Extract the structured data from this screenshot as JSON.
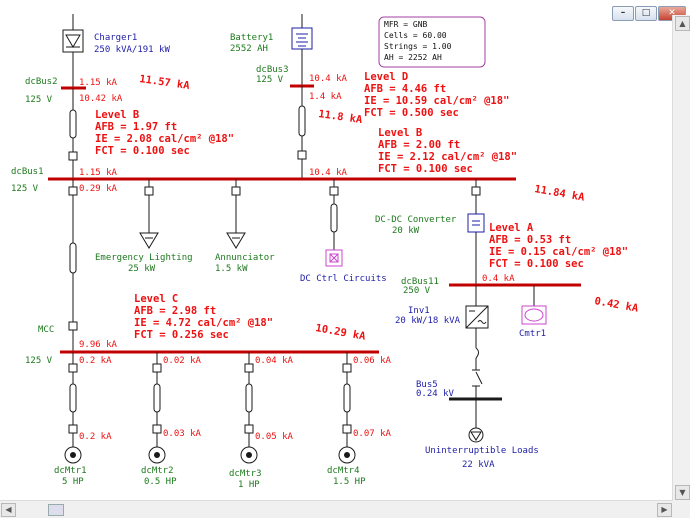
{
  "info_box": [
    "MFR = GNB",
    "Cells = 60.00",
    "Strings = 1.00",
    "AH = 2252 AH"
  ],
  "sources": {
    "charger": {
      "name": "Charger1",
      "rating": "250 kVA/191 kW"
    },
    "battery": {
      "name": "Battery1",
      "rating": "2552 AH"
    }
  },
  "buses": {
    "dcbus2": {
      "name": "dcBus2",
      "voltage": "125 V"
    },
    "dcbus3": {
      "name": "dcBus3",
      "voltage": "125 V"
    },
    "dcbus1": {
      "name": "dcBus1",
      "voltage": "125 V"
    },
    "mcc": {
      "name": "MCC",
      "voltage": "125 V"
    },
    "dcbus11": {
      "name": "dcBus11",
      "voltage": "250 V"
    },
    "bus5": {
      "name": "Bus5",
      "voltage": "0.24 kV"
    }
  },
  "loads": {
    "emergency": {
      "name": "Emergency Lighting",
      "rating": "25 kW"
    },
    "annunciator": {
      "name": "Annunciator",
      "rating": "1.5 kW"
    },
    "dcctrl": {
      "name": "DC Ctrl Circuits"
    },
    "converter": {
      "name": "DC-DC Converter",
      "rating": "20 kW"
    },
    "inverter": {
      "name": "Inv1",
      "rating": "20 kW/18 kVA"
    },
    "cmtr1": {
      "name": "Cmtr1"
    },
    "ups_loads": {
      "name": "Uninterruptible Loads",
      "rating": "22 kVA"
    }
  },
  "motors": [
    {
      "name": "dcMtr1",
      "rating": "5 HP"
    },
    {
      "name": "dcMtr2",
      "rating": "0.5 HP"
    },
    {
      "name": "dcMtr3",
      "rating": "1 HP"
    },
    {
      "name": "dcMtr4",
      "rating": "1.5 HP"
    }
  ],
  "currents": {
    "charger_out": "1.15 kA",
    "dcbus2_down": "10.42 kA",
    "battery_out": "10.4 kA",
    "dcbus3_down": "1.4 kA",
    "dcbus1_left_in": "1.15 kA",
    "dcbus1_left_out": "0.29 kA",
    "dcbus1_right_in": "10.4 kA",
    "mcc_in": "9.96 kA",
    "mcc_f1": "0.2 kA",
    "mcc_f2": "0.02 kA",
    "mcc_f3": "0.04 kA",
    "mcc_f4": "0.06 kA",
    "mtr1": "0.2 kA",
    "mtr2": "0.03 kA",
    "mtr3": "0.05 kA",
    "mtr4": "0.07 kA",
    "dcbus11_in": "0.4 kA"
  },
  "fault_totals": {
    "dcbus2": "11.57 kA",
    "dcbus3": "11.8 kA",
    "dcbus1": "11.84 kA",
    "mcc": "10.29 kA",
    "dcbus11": "0.42 kA"
  },
  "arc_flash": {
    "dcbus2": {
      "level": "Level B",
      "afb": "AFB = 1.97 ft",
      "ie": "IE   = 2.08 cal/cm² @18\"",
      "fct": "FCT  = 0.100 sec"
    },
    "dcbus3": {
      "level": "Level D",
      "afb": "AFB = 4.46 ft",
      "ie": "IE   = 10.59 cal/cm² @18\"",
      "fct": "FCT  = 0.500 sec"
    },
    "dcbus1": {
      "level": "Level B",
      "afb": "AFB = 2.00 ft",
      "ie": "IE   = 2.12 cal/cm² @18\"",
      "fct": "FCT  = 0.100 sec"
    },
    "mcc": {
      "level": "Level C",
      "afb": "AFB = 2.98 ft",
      "ie": "IE   = 4.72 cal/cm² @18\"",
      "fct": "FCT  = 0.256 sec"
    },
    "dcbus11": {
      "level": "Level A",
      "afb": "AFB = 0.53 ft",
      "ie": "IE   = 0.15 cal/cm² @18\"",
      "fct": "FCT  = 0.100 sec"
    }
  },
  "colors": {
    "bus": "#c00000",
    "wire": "#1a1a1a",
    "blue": "#1e1ea8",
    "green": "#1d7a1d",
    "red": "#ee1111",
    "magenta": "#cc44cc"
  }
}
